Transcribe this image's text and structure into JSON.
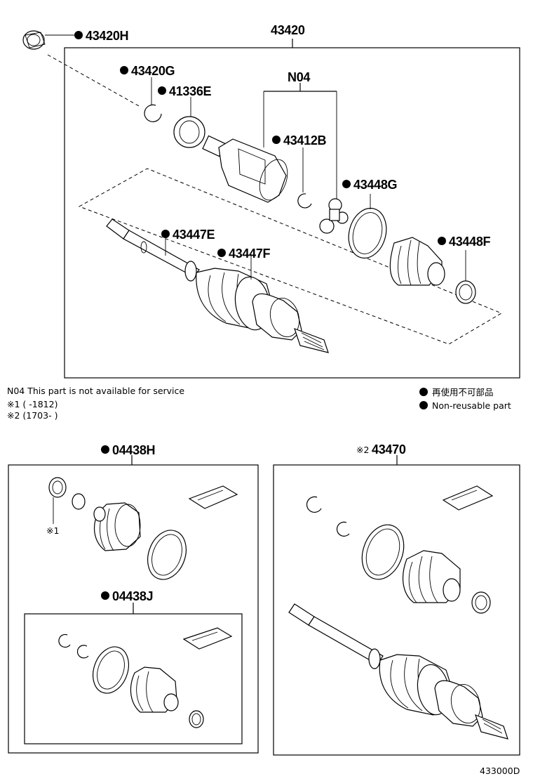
{
  "callouts": {
    "c43420": "43420",
    "c43420H": "43420H",
    "c43420G": "43420G",
    "c41336E": "41336E",
    "cN04": "N04",
    "c43412B": "43412B",
    "c43448G": "43448G",
    "c43447E": "43447E",
    "c43447F": "43447F",
    "c43448F": "43448F",
    "c04438H": "04438H",
    "c04438J": "04438J",
    "c43470": "43470",
    "mark1": "※1",
    "mark2": "※2"
  },
  "notes": {
    "n04": "N04  This part is not available for service",
    "r1": "※1 (        -1812)",
    "r2": "※2 (1703-        )"
  },
  "legend": {
    "jp": "再使用不可部品",
    "en": "Non-reusable part"
  },
  "diagram_id": "433000D",
  "colors": {
    "line": "#000000",
    "background": "#ffffff"
  }
}
